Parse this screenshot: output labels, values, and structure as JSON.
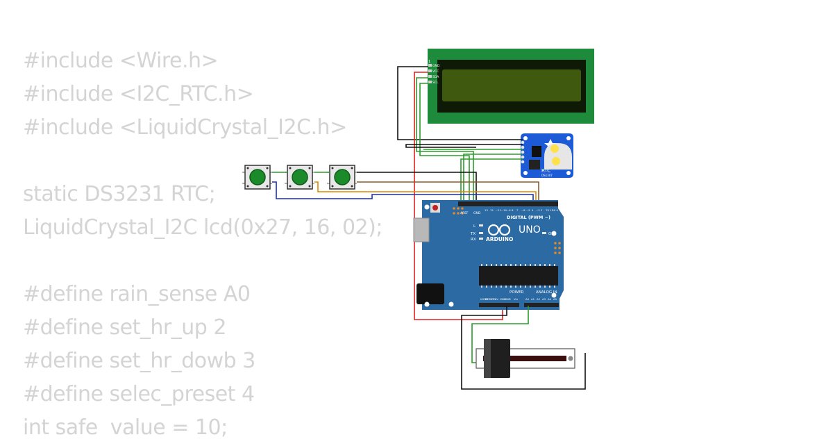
{
  "code_lines": [
    "#include <Wire.h>",
    "#include <I2C_RTC.h>",
    "#include <LiquidCrystal_I2C.h>",
    "",
    "static DS3231 RTC;",
    "LiquidCrystal_I2C lcd(0x27, 16, 02);",
    "",
    "#define rain_sense A0",
    "#define set_hr_up 2",
    "#define set_hr_dowb 3",
    "#define selec_preset 4",
    "int safe  value = 10;"
  ],
  "lcd": {
    "pins": [
      "GND",
      "VCC",
      "SDA",
      "SCL"
    ],
    "pin_one": "1"
  },
  "rtc": {
    "label": "RTC",
    "chip": "DS1307"
  },
  "arduino": {
    "model": "UNO",
    "brand": "ARDUINO",
    "digital_label": "DIGITAL (PWM ~)",
    "analog_label": "ANALOG IN",
    "power_label": "POWER",
    "on_label": "ON",
    "l_label": "L",
    "tx_label": "TX",
    "rx_label": "RX",
    "aref": "AREF",
    "gnd": "GND",
    "digital_pins": [
      "13",
      "12",
      "~11",
      "~10",
      "~9",
      "8",
      "7",
      "~6",
      "~5",
      "4",
      "~3",
      "2",
      "TX 1",
      "RX 0"
    ],
    "power_pins": [
      "IOREF",
      "RESET",
      "3.3V",
      "5V",
      "GND",
      "GND",
      "Vin"
    ],
    "analog_pins": [
      "A0",
      "A1",
      "A2",
      "A3",
      "A4",
      "A5"
    ]
  },
  "colors": {
    "board": "#2b6aa3",
    "lcd_frame": "#1e8a3c",
    "lcd_screen": "#3f5a0e",
    "rtc_board": "#1d5bd6",
    "button": "#1b8a2b",
    "wire_black": "#111111",
    "wire_red": "#e02020",
    "wire_green": "#2a9d2a",
    "wire_blue": "#1a2fb8",
    "wire_orange": "#d98a00",
    "wire_brown": "#8b5a2b"
  }
}
